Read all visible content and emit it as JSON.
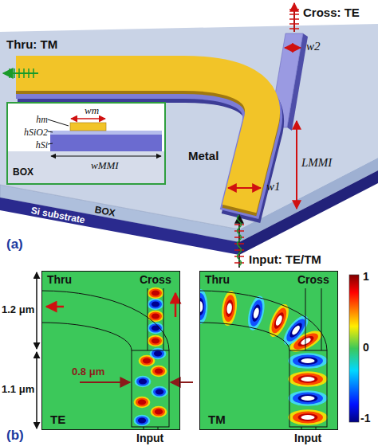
{
  "diagram": {
    "nodes": [
      {
        "text": [
          "wm",
          "hm",
          "hSiO2",
          "hSi",
          "wMMI",
          "BOX"
        ]
      },
      {
        "text": [
          "Thru",
          "Cross",
          "TE",
          "Input"
        ]
      },
      {
        "text": [
          "Thru",
          "Cross",
          "TM",
          "Input"
        ]
      }
    ],
    "labels": [
      "Cross: TE",
      "Thru: TM",
      "w2",
      "LMMI",
      "Metal",
      "w1",
      "BOX",
      "Si substrate",
      "Input: TE/TM",
      "(a)",
      "1.2 μm",
      "1.1 μm",
      "0.8 μm",
      "1",
      "0",
      "-1",
      "(b)"
    ]
  }
}
